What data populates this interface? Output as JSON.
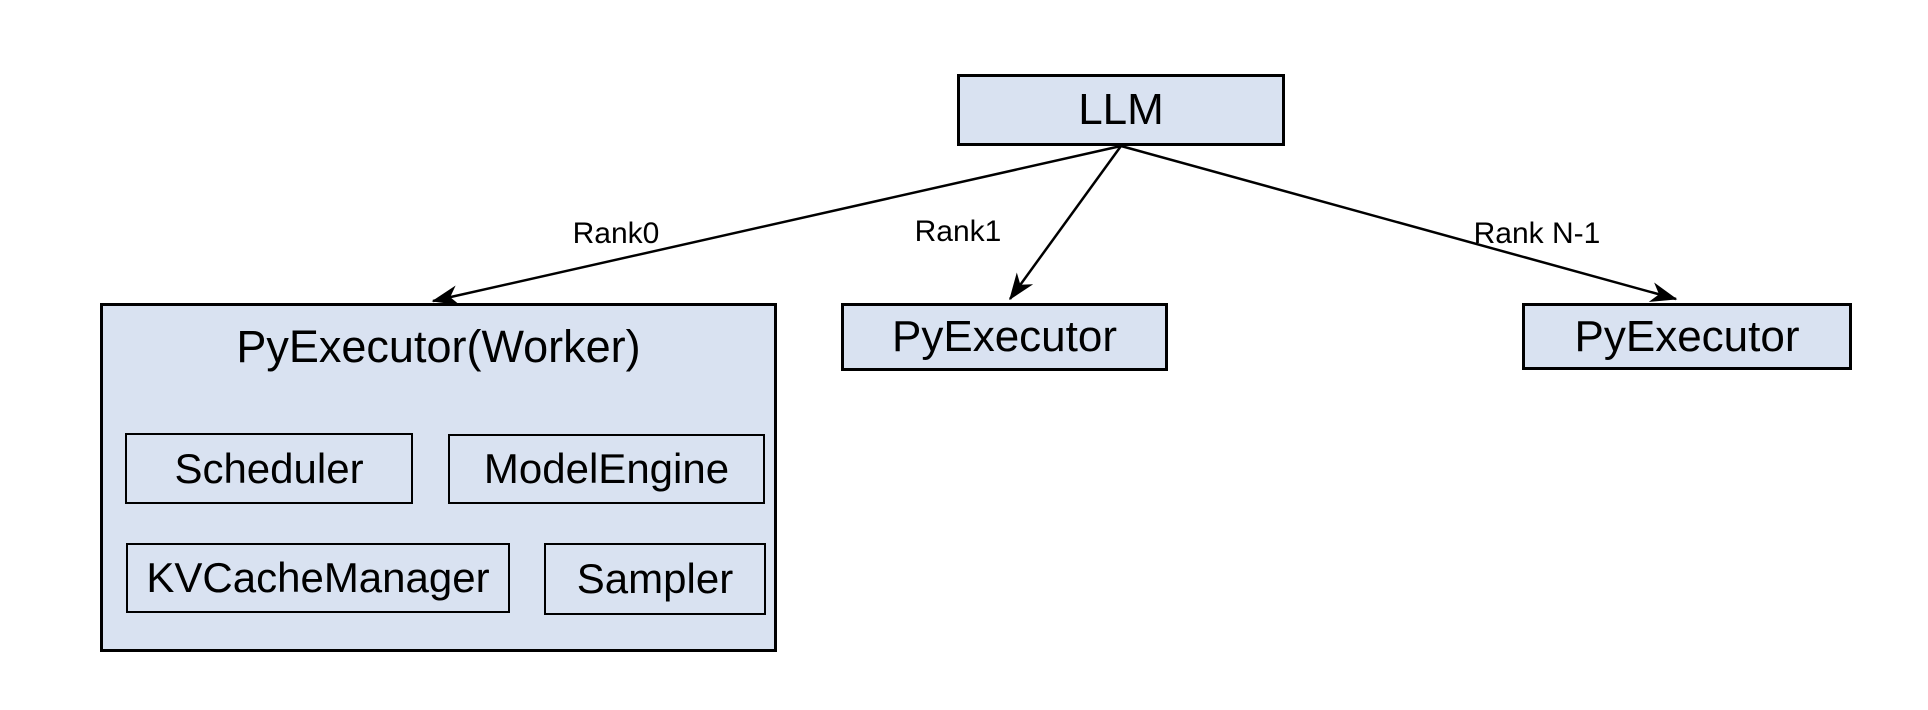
{
  "colors": {
    "background": "#ffffff",
    "node_fill": "#d9e2f1",
    "node_border": "#000000",
    "arrow": "#000000",
    "text": "#000000"
  },
  "nodes": {
    "llm": {
      "label": "LLM"
    },
    "worker": {
      "title": "PyExecutor(Worker)",
      "components": [
        {
          "label": "Scheduler"
        },
        {
          "label": "ModelEngine"
        },
        {
          "label": "KVCacheManager"
        },
        {
          "label": "Sampler"
        }
      ]
    },
    "executor_rank1": {
      "label": "PyExecutor"
    },
    "executor_rank_n": {
      "label": "PyExecutor"
    }
  },
  "edges": [
    {
      "label": "Rank0",
      "from": "LLM",
      "to": "PyExecutor(Worker)"
    },
    {
      "label": "Rank1",
      "from": "LLM",
      "to": "PyExecutor"
    },
    {
      "label": "Rank N-1",
      "from": "LLM",
      "to": "PyExecutor"
    }
  ]
}
